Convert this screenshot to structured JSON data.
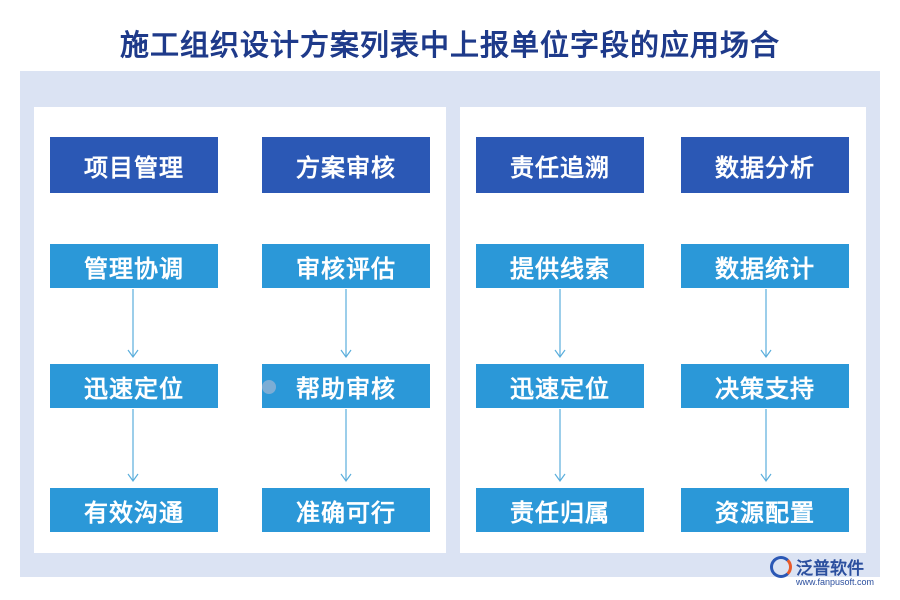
{
  "title": "施工组织设计方案列表中上报单位字段的应用场合",
  "columns": [
    {
      "header": "项目管理",
      "steps": [
        "管理协调",
        "迅速定位",
        "有效沟通"
      ]
    },
    {
      "header": "方案审核",
      "steps": [
        "审核评估",
        "帮助审核",
        "准确可行"
      ]
    },
    {
      "header": "责任追溯",
      "steps": [
        "提供线索",
        "迅速定位",
        "责任归属"
      ]
    },
    {
      "header": "数据分析",
      "steps": [
        "数据统计",
        "决策支持",
        "资源配置"
      ]
    }
  ],
  "logo": {
    "name": "泛普软件",
    "url": "www.fanpusoft.com"
  },
  "colors": {
    "title": "#1e3a8a",
    "header_box": "#2b58b5",
    "step_box": "#2b98d8",
    "background": "#dbe3f3",
    "arrow": "#5aaedc"
  }
}
